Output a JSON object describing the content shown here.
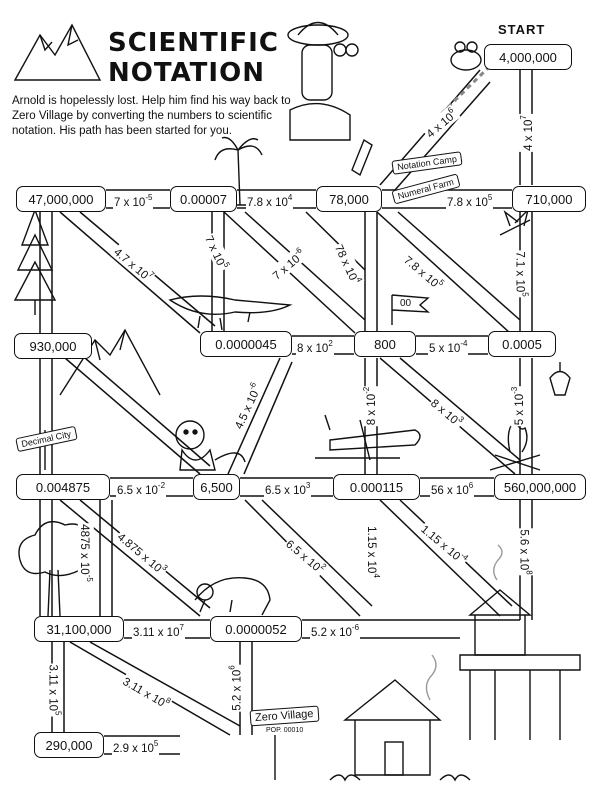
{
  "title": {
    "line1": "SCIENTIFIC",
    "line2": "NOTATION"
  },
  "intro": "Arnold is hopelessly lost. Help him find his way back to Zero Village by converting the numbers to scientific notation. His path has been started for you.",
  "start_label": "START",
  "boxes": {
    "start": "4,000,000",
    "b47m": "47,000,000",
    "b00007": "0.00007",
    "b78000": "78,000",
    "b710000": "710,000",
    "b930000": "930,000",
    "b0000045": "0.0000045",
    "b800": "800",
    "b00005": "0.0005",
    "b004875": "0.004875",
    "b6500": "6,500",
    "b000115": "0.000115",
    "b560m": "560,000,000",
    "b311m": "31,100,000",
    "b0000052": "0.0000052",
    "b290000": "290,000"
  },
  "labels": {
    "l_4e6": {
      "m": "4 x 10",
      "e": "6"
    },
    "l_4e7": {
      "m": "4 x 10",
      "e": "7"
    },
    "l_7em5": {
      "m": "7 x 10",
      "e": "-5"
    },
    "l_78e4h": {
      "m": "7.8 x 10",
      "e": "4"
    },
    "l_78e5h": {
      "m": "7.8 x 10",
      "e": "5"
    },
    "l_47e7": {
      "m": "4.7 x 10",
      "e": "7"
    },
    "l_7e5": {
      "m": "7 x 10",
      "e": "5"
    },
    "l_7em6": {
      "m": "7 x 10",
      "e": "-6"
    },
    "l_78e4d": {
      "m": "78 x 10",
      "e": "4"
    },
    "l_78e5d": {
      "m": "7.8 x 10",
      "e": "5"
    },
    "l_71e5": {
      "m": "7.1 x 10",
      "e": "5"
    },
    "l_8e2": {
      "m": "8 x 10",
      "e": "2"
    },
    "l_5em4": {
      "m": "5 x 10",
      "e": "-4"
    },
    "l_45em6": {
      "m": "4.5 x 10",
      "e": "-6"
    },
    "l_8em2": {
      "m": "8 x 10",
      "e": "-2"
    },
    "l_8e3": {
      "m": "8 x 10",
      "e": "3"
    },
    "l_5em3": {
      "m": "5 x 10",
      "e": "-3"
    },
    "l_65em2": {
      "m": "6.5 x 10",
      "e": "-2"
    },
    "l_65e3": {
      "m": "6.5 x 10",
      "e": "3"
    },
    "l_56e6": {
      "m": "56 x 10",
      "e": "6"
    },
    "l_4875em5": {
      "m": "4875 x 10",
      "e": "-5"
    },
    "l_4875e3": {
      "m": "4.875 x 10",
      "e": "3"
    },
    "l_65e2": {
      "m": "6.5 x 10",
      "e": "2"
    },
    "l_115e4": {
      "m": "1.15 x 10",
      "e": "4"
    },
    "l_115em4": {
      "m": "1.15 x 10",
      "e": "-4"
    },
    "l_56e8": {
      "m": "5.6 x 10",
      "e": "8"
    },
    "l_311e7": {
      "m": "3.11 x 10",
      "e": "7"
    },
    "l_52em6h": {
      "m": "5.2 x 10",
      "e": "-6"
    },
    "l_311e5": {
      "m": "3.11 x 10",
      "e": "5"
    },
    "l_311e8": {
      "m": "3.11 x 10",
      "e": "8"
    },
    "l_52e6": {
      "m": "5.2 x 10",
      "e": "6"
    },
    "l_29e5": {
      "m": "2.9 x 10",
      "e": "5"
    }
  },
  "signs": {
    "notation_camp": "Notation Camp",
    "numeral_farm": "Numeral Farm",
    "decimal_city": "Decimal City",
    "zero_village": "Zero Village",
    "zero_village_pop": "POP. 00010",
    "flag": "00"
  }
}
